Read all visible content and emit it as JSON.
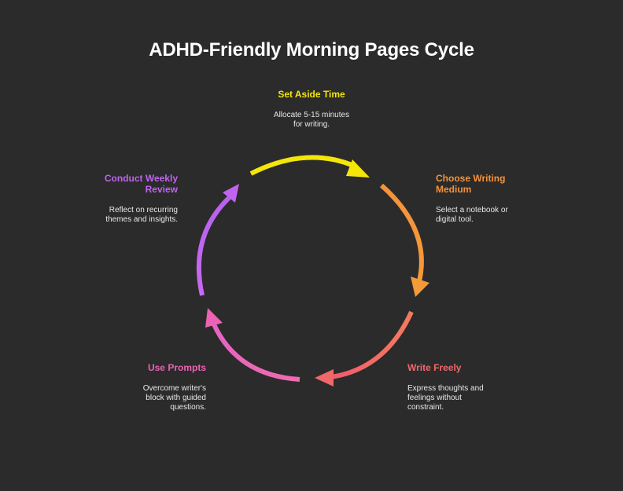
{
  "title": "ADHD-Friendly Morning Pages Cycle",
  "steps": [
    {
      "title": "Set Aside Time",
      "description": "Allocate 5-15 minutes for writing.",
      "color": "#f5e60a"
    },
    {
      "title": "Choose Writing Medium",
      "description": "Select a notebook or digital tool.",
      "color": "#f5923a"
    },
    {
      "title": "Write Freely",
      "description": "Express thoughts and feelings without constraint.",
      "color": "#f2676a"
    },
    {
      "title": "Use Prompts",
      "description": "Overcome writer's block with guided questions.",
      "color": "#ec62b4"
    },
    {
      "title": "Conduct Weekly Review",
      "description": "Reflect on recurring themes and insights.",
      "color": "#c063ef"
    }
  ]
}
